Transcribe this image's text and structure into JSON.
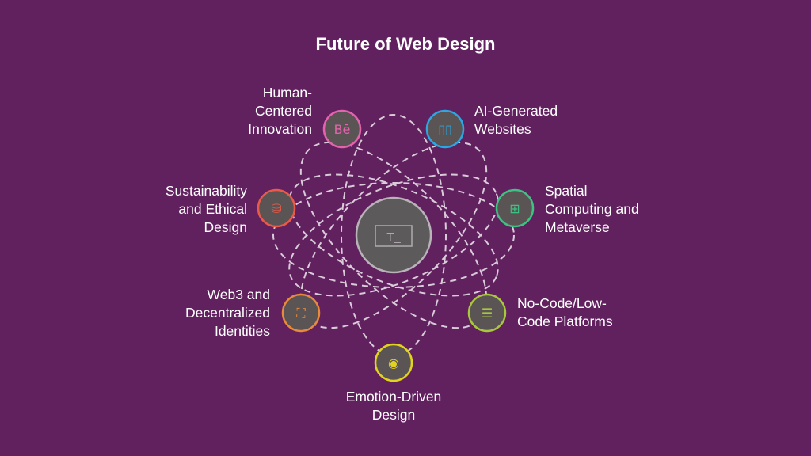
{
  "title": "Future of Web Design",
  "center": {
    "icon": "terminal-icon",
    "glyph": "T_"
  },
  "nodes": [
    {
      "id": "human",
      "lines": [
        "Human-",
        "Centered",
        "Innovation"
      ],
      "color": "#e363ad",
      "icon": "behance-icon",
      "glyph": "Bē"
    },
    {
      "id": "ai",
      "lines": [
        "AI-Generated",
        "Websites"
      ],
      "color": "#2ba7e3",
      "icon": "devices-icon",
      "glyph": "▯▯"
    },
    {
      "id": "sustain",
      "lines": [
        "Sustainability",
        "and Ethical",
        "Design"
      ],
      "color": "#ea5a48",
      "icon": "coins-icon",
      "glyph": "⛁"
    },
    {
      "id": "spatial",
      "lines": [
        "Spatial",
        "Computing and",
        "Metaverse"
      ],
      "color": "#3dc283",
      "icon": "virtual-space-icon",
      "glyph": "⊞"
    },
    {
      "id": "web3",
      "lines": [
        "Web3 and",
        "Decentralized",
        "Identities"
      ],
      "color": "#e98a3a",
      "icon": "identity-scan-icon",
      "glyph": "⛶"
    },
    {
      "id": "nocode",
      "lines": [
        "No-Code/Low-",
        "Code Platforms"
      ],
      "color": "#a9c73a",
      "icon": "form-builder-icon",
      "glyph": "☰"
    },
    {
      "id": "emotion",
      "lines": [
        "Emotion-Driven",
        "Design"
      ],
      "color": "#e2d31e",
      "icon": "user-focus-icon",
      "glyph": "◉"
    }
  ]
}
